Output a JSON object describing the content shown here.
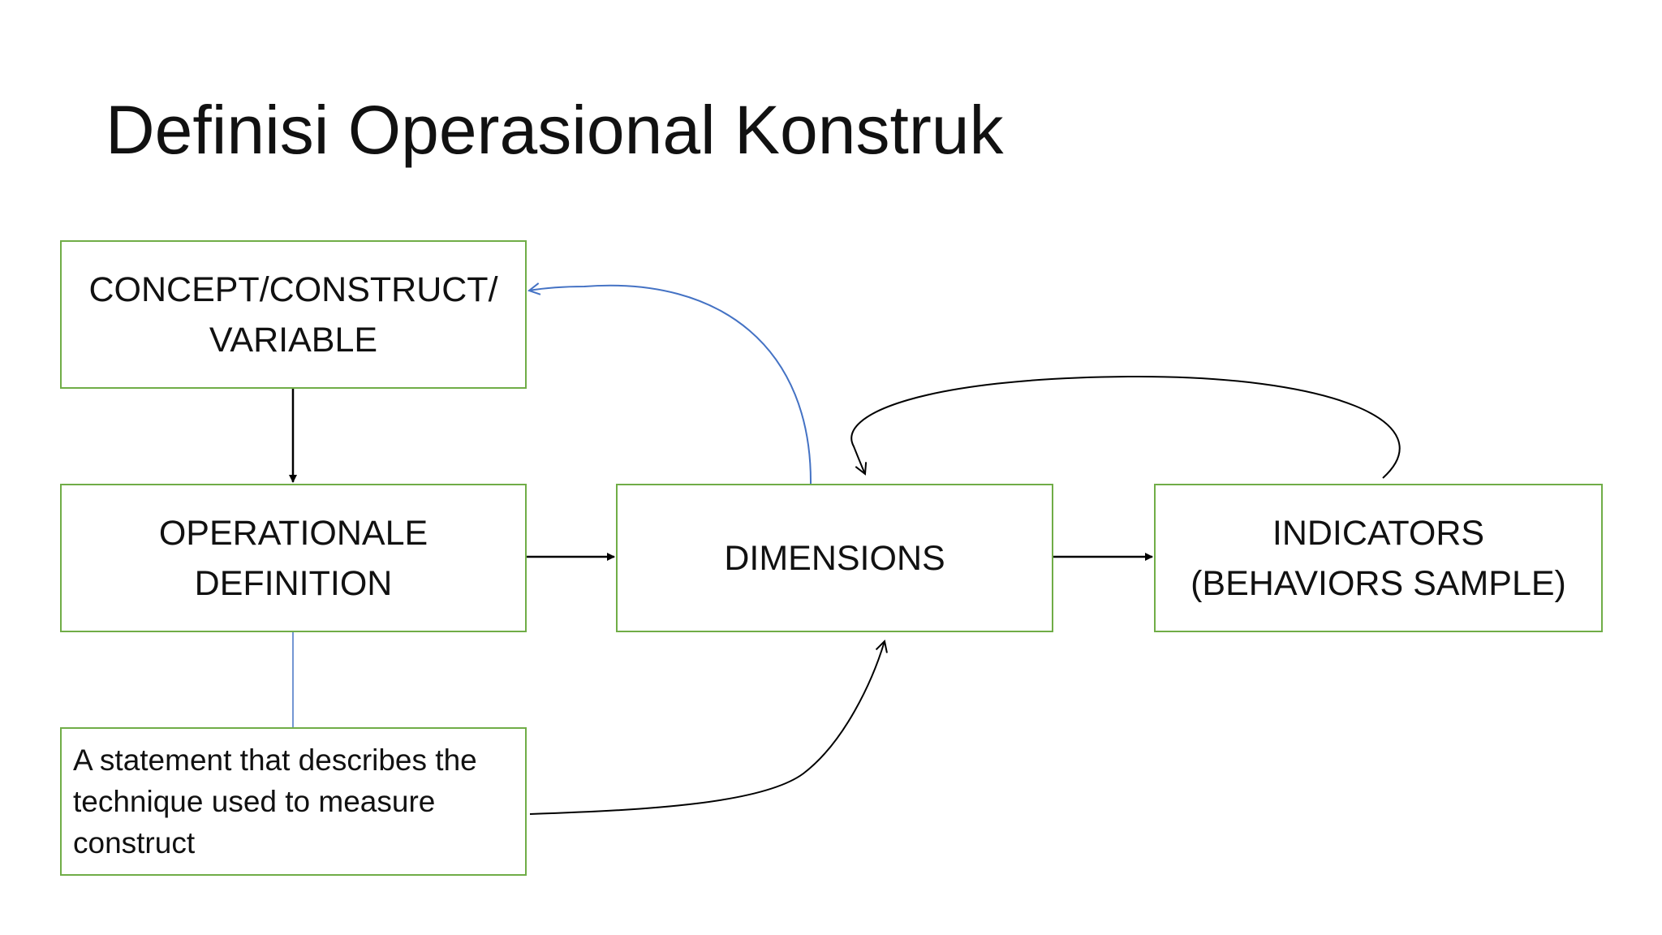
{
  "slide": {
    "title": "Definisi Operasional Konstruk"
  },
  "boxes": {
    "concept": {
      "lines": [
        "CONCEPT/CONSTRUCT/",
        "VARIABLE"
      ]
    },
    "operational_definition": {
      "lines": [
        "OPERATIONALE",
        "DEFINITION"
      ]
    },
    "dimensions": {
      "lines": [
        "DIMENSIONS"
      ]
    },
    "indicators": {
      "lines": [
        "INDICATORS",
        "(BEHAVIORS SAMPLE)"
      ]
    },
    "statement": {
      "lines": [
        "A statement that describes the",
        "technique used to measure",
        "construct"
      ]
    }
  },
  "connectors": [
    {
      "from": "concept",
      "to": "operational_definition",
      "style": "arrow",
      "color": "#000000"
    },
    {
      "from": "operational_definition",
      "to": "dimensions",
      "style": "arrow",
      "color": "#000000"
    },
    {
      "from": "dimensions",
      "to": "indicators",
      "style": "arrow",
      "color": "#000000"
    },
    {
      "from": "dimensions",
      "to": "concept",
      "style": "curved-open-arrow",
      "color": "#4472c4"
    },
    {
      "from": "indicators",
      "to": "dimensions",
      "style": "curved-open-arrow",
      "color": "#000000"
    },
    {
      "from": "statement",
      "to": "dimensions",
      "style": "curved-open-arrow",
      "color": "#000000"
    },
    {
      "from": "operational_definition",
      "to": "statement",
      "style": "line",
      "color": "#4472c4"
    }
  ],
  "colors": {
    "box_border": "#70ad47",
    "text": "#111111",
    "blue_connector": "#4472c4",
    "background": "#ffffff"
  }
}
